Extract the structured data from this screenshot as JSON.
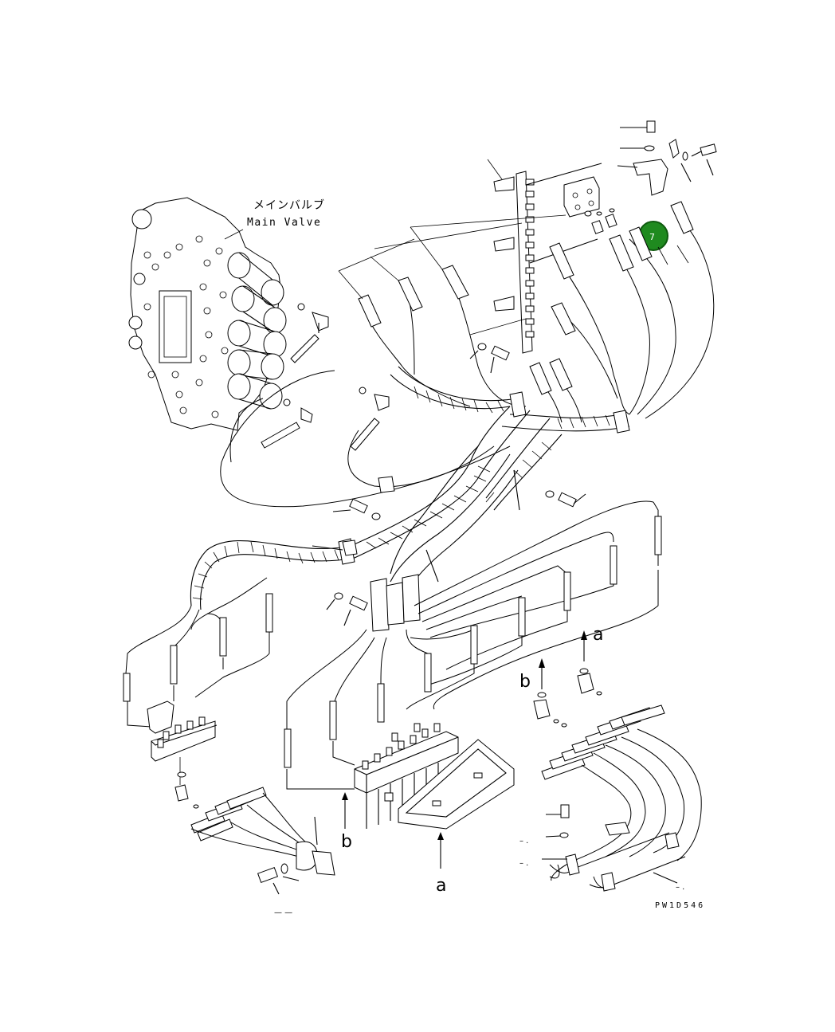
{
  "title": {
    "japanese": "メインバルブ",
    "english": "Main Valve"
  },
  "callout": {
    "number": "7",
    "color": "#1f8a1f"
  },
  "view_labels": {
    "a_upper": "a",
    "b_upper": "b",
    "b_lower": "b",
    "a_lower": "a"
  },
  "drawing_code": "PW1D546",
  "misc_marks": {
    "dash_bottom_left": "— —",
    "dash_right_1": "– .",
    "dash_right_2": "– .",
    "dash_right_3": "– ."
  }
}
